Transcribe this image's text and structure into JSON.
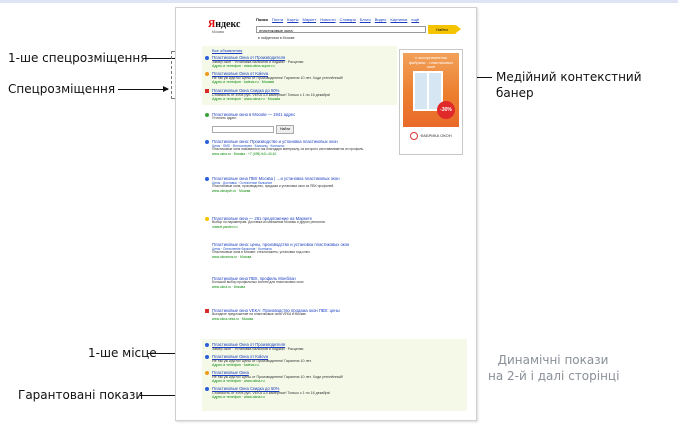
{
  "callouts": {
    "special_first": "1-ше спецрозміщення",
    "special": "Спецрозміщення",
    "banner": "Медійний контекстний",
    "banner2": "банер",
    "first_place": "1-ше місце",
    "guaranteed": "Гарантовані покази",
    "dynamic": "Динамічні покази",
    "dynamic2": "на 2-й і далі сторінці"
  },
  "serp": {
    "logo_ya": "Я",
    "logo_rest": "ндекс",
    "city": "Москва",
    "nav": [
      "Поиск",
      "Почта",
      "Карты",
      "Маркет",
      "Новости",
      "Словари",
      "Блоги",
      "Видео",
      "Картинки",
      "ещё"
    ],
    "query": "пластиковые окна",
    "search_button": "Найти",
    "radio": "в найденном   в Москве",
    "all_ads_link": "Все объявления",
    "top_ads": [
      {
        "title": "Пластиковые Окна от Производителя",
        "desc": "Замер окон · Установка балконов и лоджий · Расценки",
        "url": "Адрес и телефон · www.okna-super.ru"
      },
      {
        "title": "Пластиковые Окна от Kaleva",
        "desc": "Не так уж кругло! Цены от Производителя! Гарантия 10 лет. Ходи утеплённый!",
        "url": "Адрес и телефон · kaleva.ru · Москва"
      },
      {
        "title": "Пластиковые Окна Скидка до 50%",
        "desc": "Стоимость от 4994 руб. VEKA 3-х камерные! Только с 1 по 16 декабря!",
        "url": "Адрес и телефон · www.okna.ru · Москва"
      }
    ],
    "market": {
      "title": "Пластиковые окна в Москве — 1941 адрес",
      "desc": "Уточнить адрес:",
      "button": "Найти"
    },
    "results": [
      {
        "title": "Пластиковые окна: Производство и установка пластиковых окон",
        "links": "Цены · SMS · Фотогалерея · Балконы · Контакты",
        "desc": "Пластиковые окна называются так благодаря материалу, из которого изготавливается их профиль.",
        "url": "www.okna.ru · Москва · +7 (495) 641-40-40"
      },
      {
        "title": "Пластиковые окна ПВХ Москва | …и установка пластиковых окон",
        "links": "Цены · Доставка · Остекление балконов",
        "desc": "Пластиковые окна, производство, продажа и установка окон из ПВХ профилей.",
        "url": "www.oknapvh.ru · Москва"
      },
      {
        "title": "Пластиковые окна — 281 предложение на Маркете",
        "links": "",
        "desc": "Выбор по параметрам. Доставка из магазинов Москвы и других регионов.",
        "url": "market.yandex.ru"
      },
      {
        "title": "Пластиковые окна: цены, производство и установка пластиковых окон",
        "links": "Цены · Остекление балконов · Контакты",
        "desc": "Пластиковые окна в Москве: стеклопакеты, установка под ключ.",
        "url": "www.oknamos.ru · Москва"
      },
      {
        "title": "Пластиковые окна ПВХ, профиль Монблан",
        "links": "",
        "desc": "Большой выбор профильных систем для пластиковых окон.",
        "url": "www.okna.ru · Москва"
      },
      {
        "title": "Пластиковые окна VEKA: Производство продажа окон ПВХ: цены",
        "links": "",
        "desc": "Выгодное предложение на пластиковые окна VEKA в Москве.",
        "url": "www.okna-veka.ru · Москва"
      }
    ],
    "bottom_ads": [
      {
        "title": "Пластиковые Окна от Производителя",
        "desc": "Замер окон · Установка балконов и лоджий · Расценки",
        "url": "Адрес и телефон · www.okna-super.ru"
      },
      {
        "title": "Пластиковые Окна от Kaleva",
        "desc": "Не так уж кругло! Цены от Производителя! Гарантия 10 лет.",
        "url": "Адрес и телефон · kaleva.ru"
      },
      {
        "title": "Пластиковые Окна",
        "desc": "Не так уж кругло! Цены от Производителя! Гарантия 10 лет. Ходи утеплённый!",
        "url": "Адрес и телефон · www.okna.ru"
      },
      {
        "title": "Пластиковые Окна Скидка до 50%",
        "desc": "Стоимость от 4994 руб. VEKA 3-х камерные! Только с 1 по 16 декабря!",
        "url": "Адрес и телефон · www.okna.ru"
      }
    ],
    "banner": {
      "text": "с ассортиментом фабрики... пластиковых окон",
      "discount": "-30%",
      "brand": "ФАБРИКА ОКОН"
    }
  }
}
